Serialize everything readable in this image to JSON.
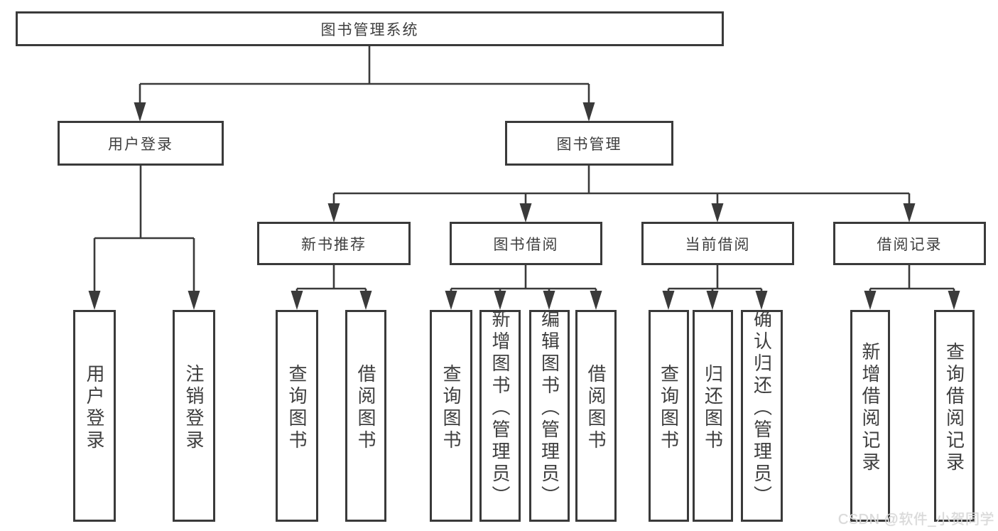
{
  "diagram": {
    "root": {
      "label": "图书管理系统"
    },
    "level2": [
      {
        "label": "用户登录"
      },
      {
        "label": "图书管理"
      }
    ],
    "level3": [
      {
        "label": "新书推荐",
        "parent": "图书管理"
      },
      {
        "label": "图书借阅",
        "parent": "图书管理"
      },
      {
        "label": "当前借阅",
        "parent": "图书管理"
      },
      {
        "label": "借阅记录",
        "parent": "图书管理"
      }
    ],
    "leaves": [
      {
        "label": "用户登录",
        "parent": "用户登录"
      },
      {
        "label": "注销登录",
        "parent": "用户登录"
      },
      {
        "label": "查询图书",
        "parent": "新书推荐"
      },
      {
        "label": "借阅图书",
        "parent": "新书推荐"
      },
      {
        "label": "查询图书",
        "parent": "图书借阅"
      },
      {
        "label": "新增图书（管理员）",
        "parent": "图书借阅"
      },
      {
        "label": "编辑图书（管理员）",
        "parent": "图书借阅"
      },
      {
        "label": "借阅图书",
        "parent": "图书借阅"
      },
      {
        "label": "查询图书",
        "parent": "当前借阅"
      },
      {
        "label": "归还图书",
        "parent": "当前借阅"
      },
      {
        "label": "确认归还（管理员）",
        "parent": "当前借阅"
      },
      {
        "label": "新增借阅记录",
        "parent": "借阅记录"
      },
      {
        "label": "查询借阅记录",
        "parent": "借阅记录"
      }
    ]
  },
  "watermark": {
    "text": "CSDN @软件_小贺同学"
  },
  "colors": {
    "line": "#3a3a3a",
    "text": "#3e3e3e",
    "background": "#ffffff",
    "watermark": "#d9d9d9"
  }
}
